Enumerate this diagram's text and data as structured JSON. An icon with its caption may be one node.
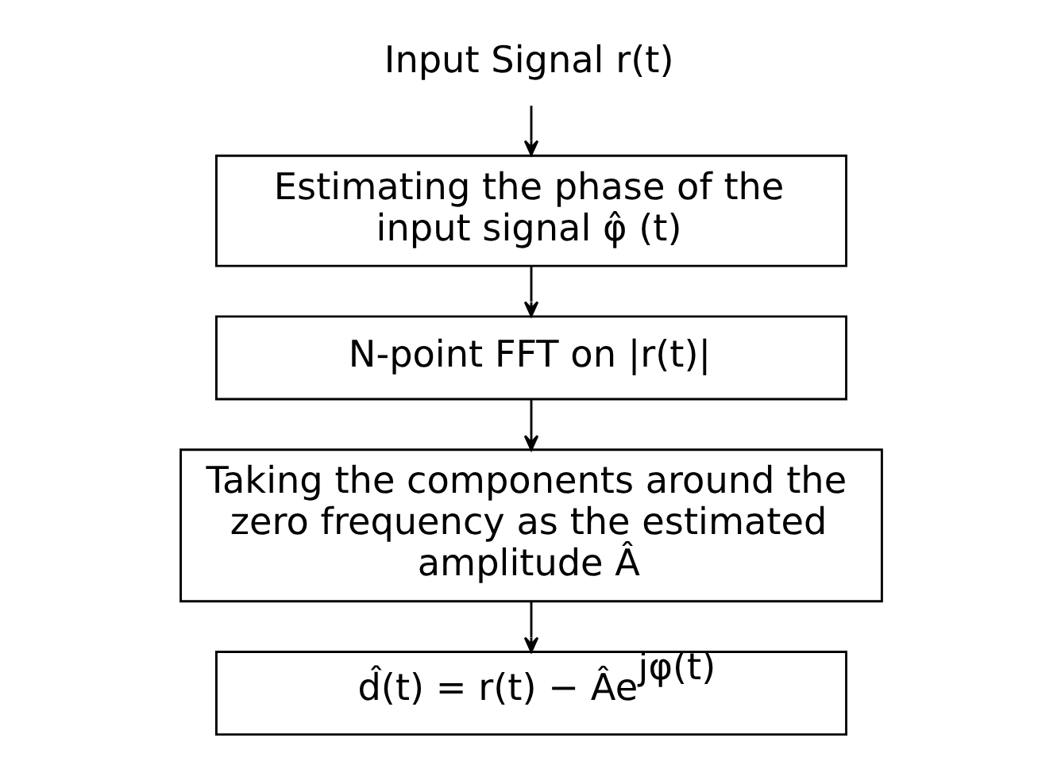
{
  "diagram": {
    "nodes": [
      {
        "text": [
          "Input Signal r(t)"
        ]
      },
      {
        "text": [
          "Estimating the phase of the input signal φ̂ (t)"
        ]
      },
      {
        "text": [
          "N-point FFT on |r(t)|"
        ]
      },
      {
        "text": [
          "Taking the components around the zero frequency as the estimated amplitude Â"
        ]
      },
      {
        "text": [
          "d̂(t) = r(t) − Âe$^{jφ(t)}$"
        ]
      }
    ],
    "edges": [
      {
        "from": 0,
        "to": 1,
        "arrow": "to"
      },
      {
        "from": 1,
        "to": 2,
        "arrow": "to"
      },
      {
        "from": 2,
        "to": 3,
        "arrow": "to"
      },
      {
        "from": 3,
        "to": 4,
        "arrow": "to"
      }
    ]
  }
}
